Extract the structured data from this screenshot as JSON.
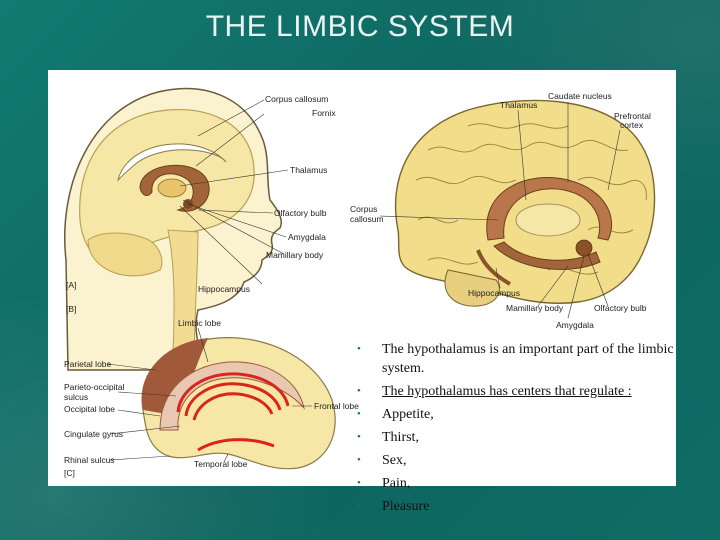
{
  "slide": {
    "title": "THE LIMBIC SYSTEM"
  },
  "figure": {
    "panel_a": {
      "tag": "[A]",
      "labels": {
        "corpus_callosum": "Corpus callosum",
        "fornix": "Fornix",
        "thalamus": "Thalamus",
        "olfactory_bulb": "Olfactory bulb",
        "amygdala": "Amygdala",
        "mamillary_body": "Mamillary body",
        "hippocampus": "Hippocampus"
      }
    },
    "panel_b": {
      "tag": "[B]",
      "labels": {
        "thalamus": "Thalamus",
        "caudate_nucleus": "Caudate nucleus",
        "prefrontal_cortex_1": "Prefrontal",
        "prefrontal_cortex_2": "cortex",
        "corpus_callosum_1": "Corpus",
        "corpus_callosum_2": "callosum",
        "hippocampus": "Hippocampus",
        "mamillary_body": "Mamillary body",
        "olfactory_bulb": "Olfactory bulb",
        "amygdala": "Amygdala"
      }
    },
    "panel_c": {
      "tag": "[C]",
      "labels": {
        "limbic_lobe": "Limbic lobe",
        "parietal_lobe": "Parietal lobe",
        "parieto_occipital_1": "Parieto-occipital",
        "parieto_occipital_2": "sulcus",
        "occipital_lobe": "Occipital lobe",
        "frontal_lobe": "Frontal lobe",
        "cingulate_gyrus": "Cingulate gyrus",
        "rhinal_sulcus": "Rhinal sulcus",
        "temporal_lobe": "Temporal lobe"
      }
    }
  },
  "bullets": [
    {
      "text": "The hypothalamus is an important part of the limbic system."
    },
    {
      "text": "The hypothalamus has centers that regulate :"
    },
    {
      "text": "Appetite,"
    },
    {
      "text": "Thirst,"
    },
    {
      "text": "Sex,"
    },
    {
      "text": "Pain,"
    },
    {
      "text": "Pleasure"
    }
  ],
  "colors": {
    "background": "#0f6e67",
    "title": "#e9f3f2",
    "brain_fill": "#f6e7a6",
    "limbic_brown": "#a2653a",
    "limbic_red": "#d9251c"
  }
}
